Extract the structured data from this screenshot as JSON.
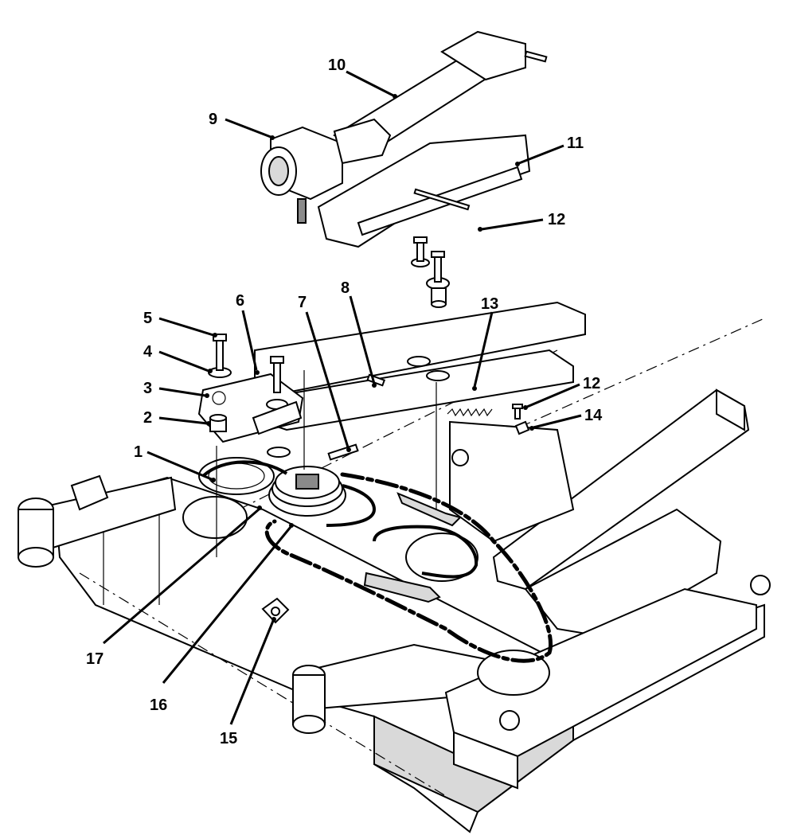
{
  "callouts": [
    {
      "id": "1",
      "label": "1"
    },
    {
      "id": "2",
      "label": "2"
    },
    {
      "id": "3",
      "label": "3"
    },
    {
      "id": "4",
      "label": "4"
    },
    {
      "id": "5",
      "label": "5"
    },
    {
      "id": "6",
      "label": "6"
    },
    {
      "id": "7",
      "label": "7"
    },
    {
      "id": "8",
      "label": "8"
    },
    {
      "id": "9",
      "label": "9"
    },
    {
      "id": "10",
      "label": "10"
    },
    {
      "id": "11",
      "label": "11"
    },
    {
      "id": "12a",
      "label": "12"
    },
    {
      "id": "12b",
      "label": "12"
    },
    {
      "id": "13",
      "label": "13"
    },
    {
      "id": "14",
      "label": "14"
    },
    {
      "id": "15",
      "label": "15"
    },
    {
      "id": "16",
      "label": "16"
    },
    {
      "id": "17",
      "label": "17"
    }
  ],
  "colors": {
    "line": "#000000",
    "background": "#ffffff",
    "shading": "#d9d9d9"
  }
}
